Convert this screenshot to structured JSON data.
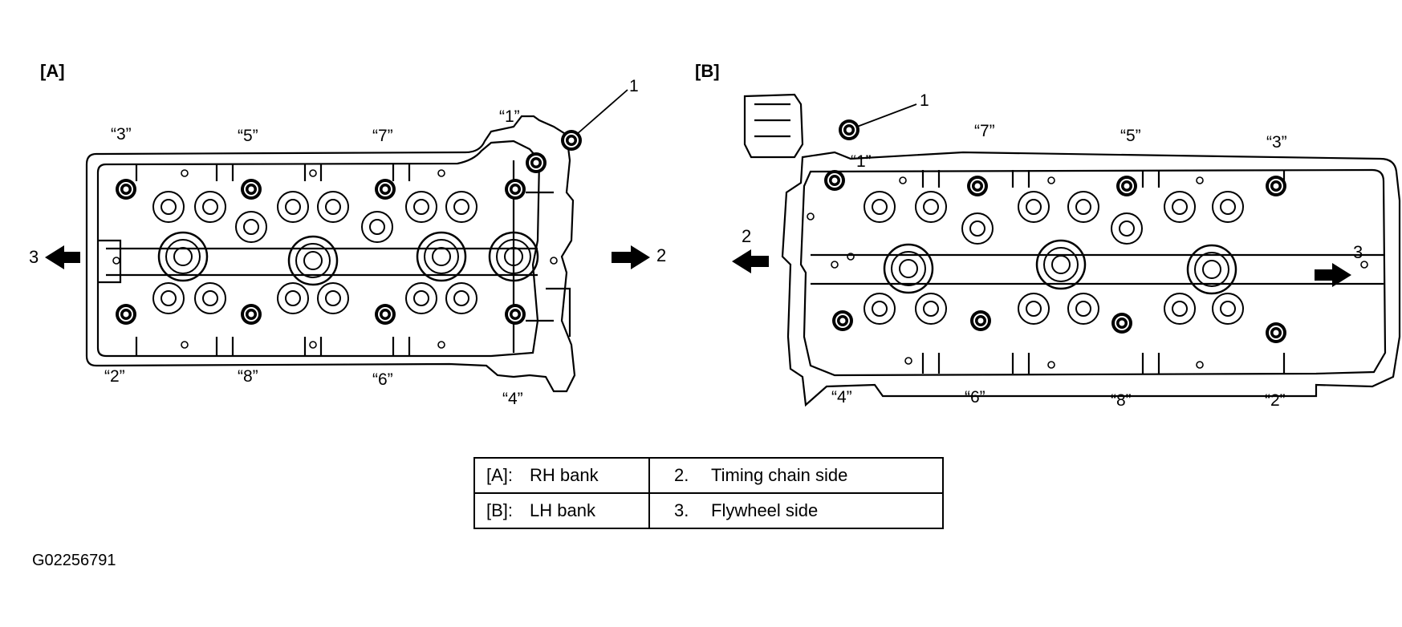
{
  "panel_a": {
    "label": "[A]",
    "callout": "1",
    "left_arrow_label": "3",
    "right_arrow_label": "2",
    "bolt_labels": [
      "“3”",
      "“5”",
      "“7”",
      "“1”",
      "“2”",
      "“8”",
      "“6”",
      "“4”"
    ]
  },
  "panel_b": {
    "label": "[B]",
    "callout": "1",
    "left_arrow_label": "2",
    "right_arrow_label": "3",
    "bolt_labels": [
      "“7”",
      "“5”",
      "“3”",
      "“1”",
      "“4”",
      "“6”",
      "“8”",
      "“2”"
    ]
  },
  "legend": [
    {
      "key": "[A]:",
      "bank": "RH bank",
      "num": "2.",
      "side": "Timing chain side"
    },
    {
      "key": "[B]:",
      "bank": "LH bank",
      "num": "3.",
      "side": "Flywheel side"
    }
  ],
  "figure_id": "G02256791"
}
